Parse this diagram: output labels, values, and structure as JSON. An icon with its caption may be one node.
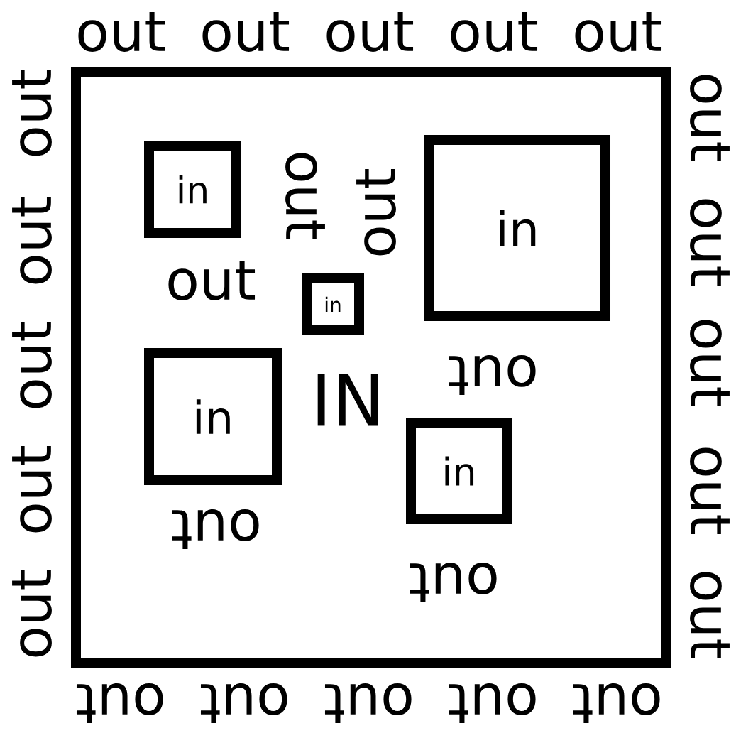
{
  "diagram": {
    "nodes": [
      {
        "text": [
          "IN"
        ]
      },
      {
        "text": [
          "in"
        ],
        "in": 0
      },
      {
        "text": [
          "in"
        ],
        "in": 0
      },
      {
        "text": [
          "in"
        ],
        "in": 0
      },
      {
        "text": [
          "in"
        ],
        "in": 0
      },
      {
        "text": [
          "in"
        ],
        "in": 0
      }
    ],
    "labels": [
      "out",
      "out",
      "out",
      "out",
      "out",
      "out",
      "out",
      "out",
      "out",
      "out",
      "out",
      "out",
      "out",
      "out",
      "out",
      "out",
      "out",
      "out",
      "out",
      "out",
      "out",
      "out",
      "out",
      "out",
      "out",
      "out"
    ]
  }
}
